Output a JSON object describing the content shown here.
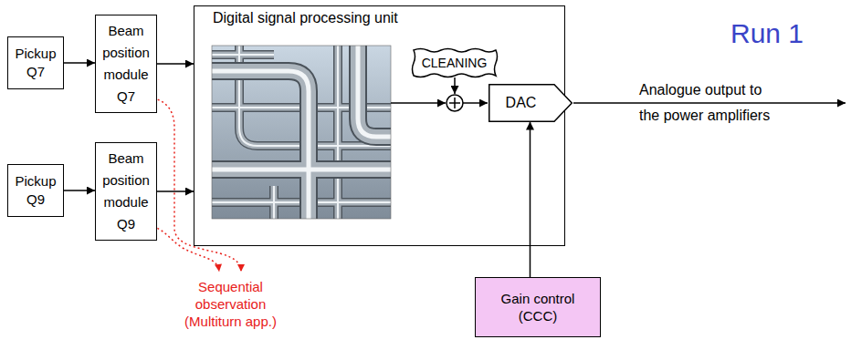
{
  "diagram": {
    "nodes": [
      {
        "text": [
          "Pickup Q7"
        ]
      },
      {
        "text": [
          "Beam position module Q7"
        ]
      },
      {
        "text": [
          "Pickup Q9"
        ]
      },
      {
        "text": [
          "Beam position module Q9"
        ]
      },
      {
        "text": [
          "Digital signal processing unit"
        ]
      },
      {
        "text": [
          "CLEANING"
        ],
        "in": 4
      },
      {
        "text": [
          "DAC"
        ],
        "in": 4
      },
      {
        "text": [
          "Gain control (CCC)"
        ]
      }
    ],
    "edges": [
      {
        "from": 0,
        "to": 1,
        "arrow": "to"
      },
      {
        "from": 2,
        "to": 3,
        "arrow": "to"
      },
      {
        "from": 1,
        "to": 4,
        "arrow": "to"
      },
      {
        "from": 3,
        "to": 4,
        "arrow": "to"
      },
      {
        "from": 7,
        "to": 6,
        "arrow": "to"
      }
    ],
    "labels": [
      "Run 1",
      "Analogue output to the power amplifiers",
      "Sequential observation (Multiturn app.)"
    ]
  }
}
